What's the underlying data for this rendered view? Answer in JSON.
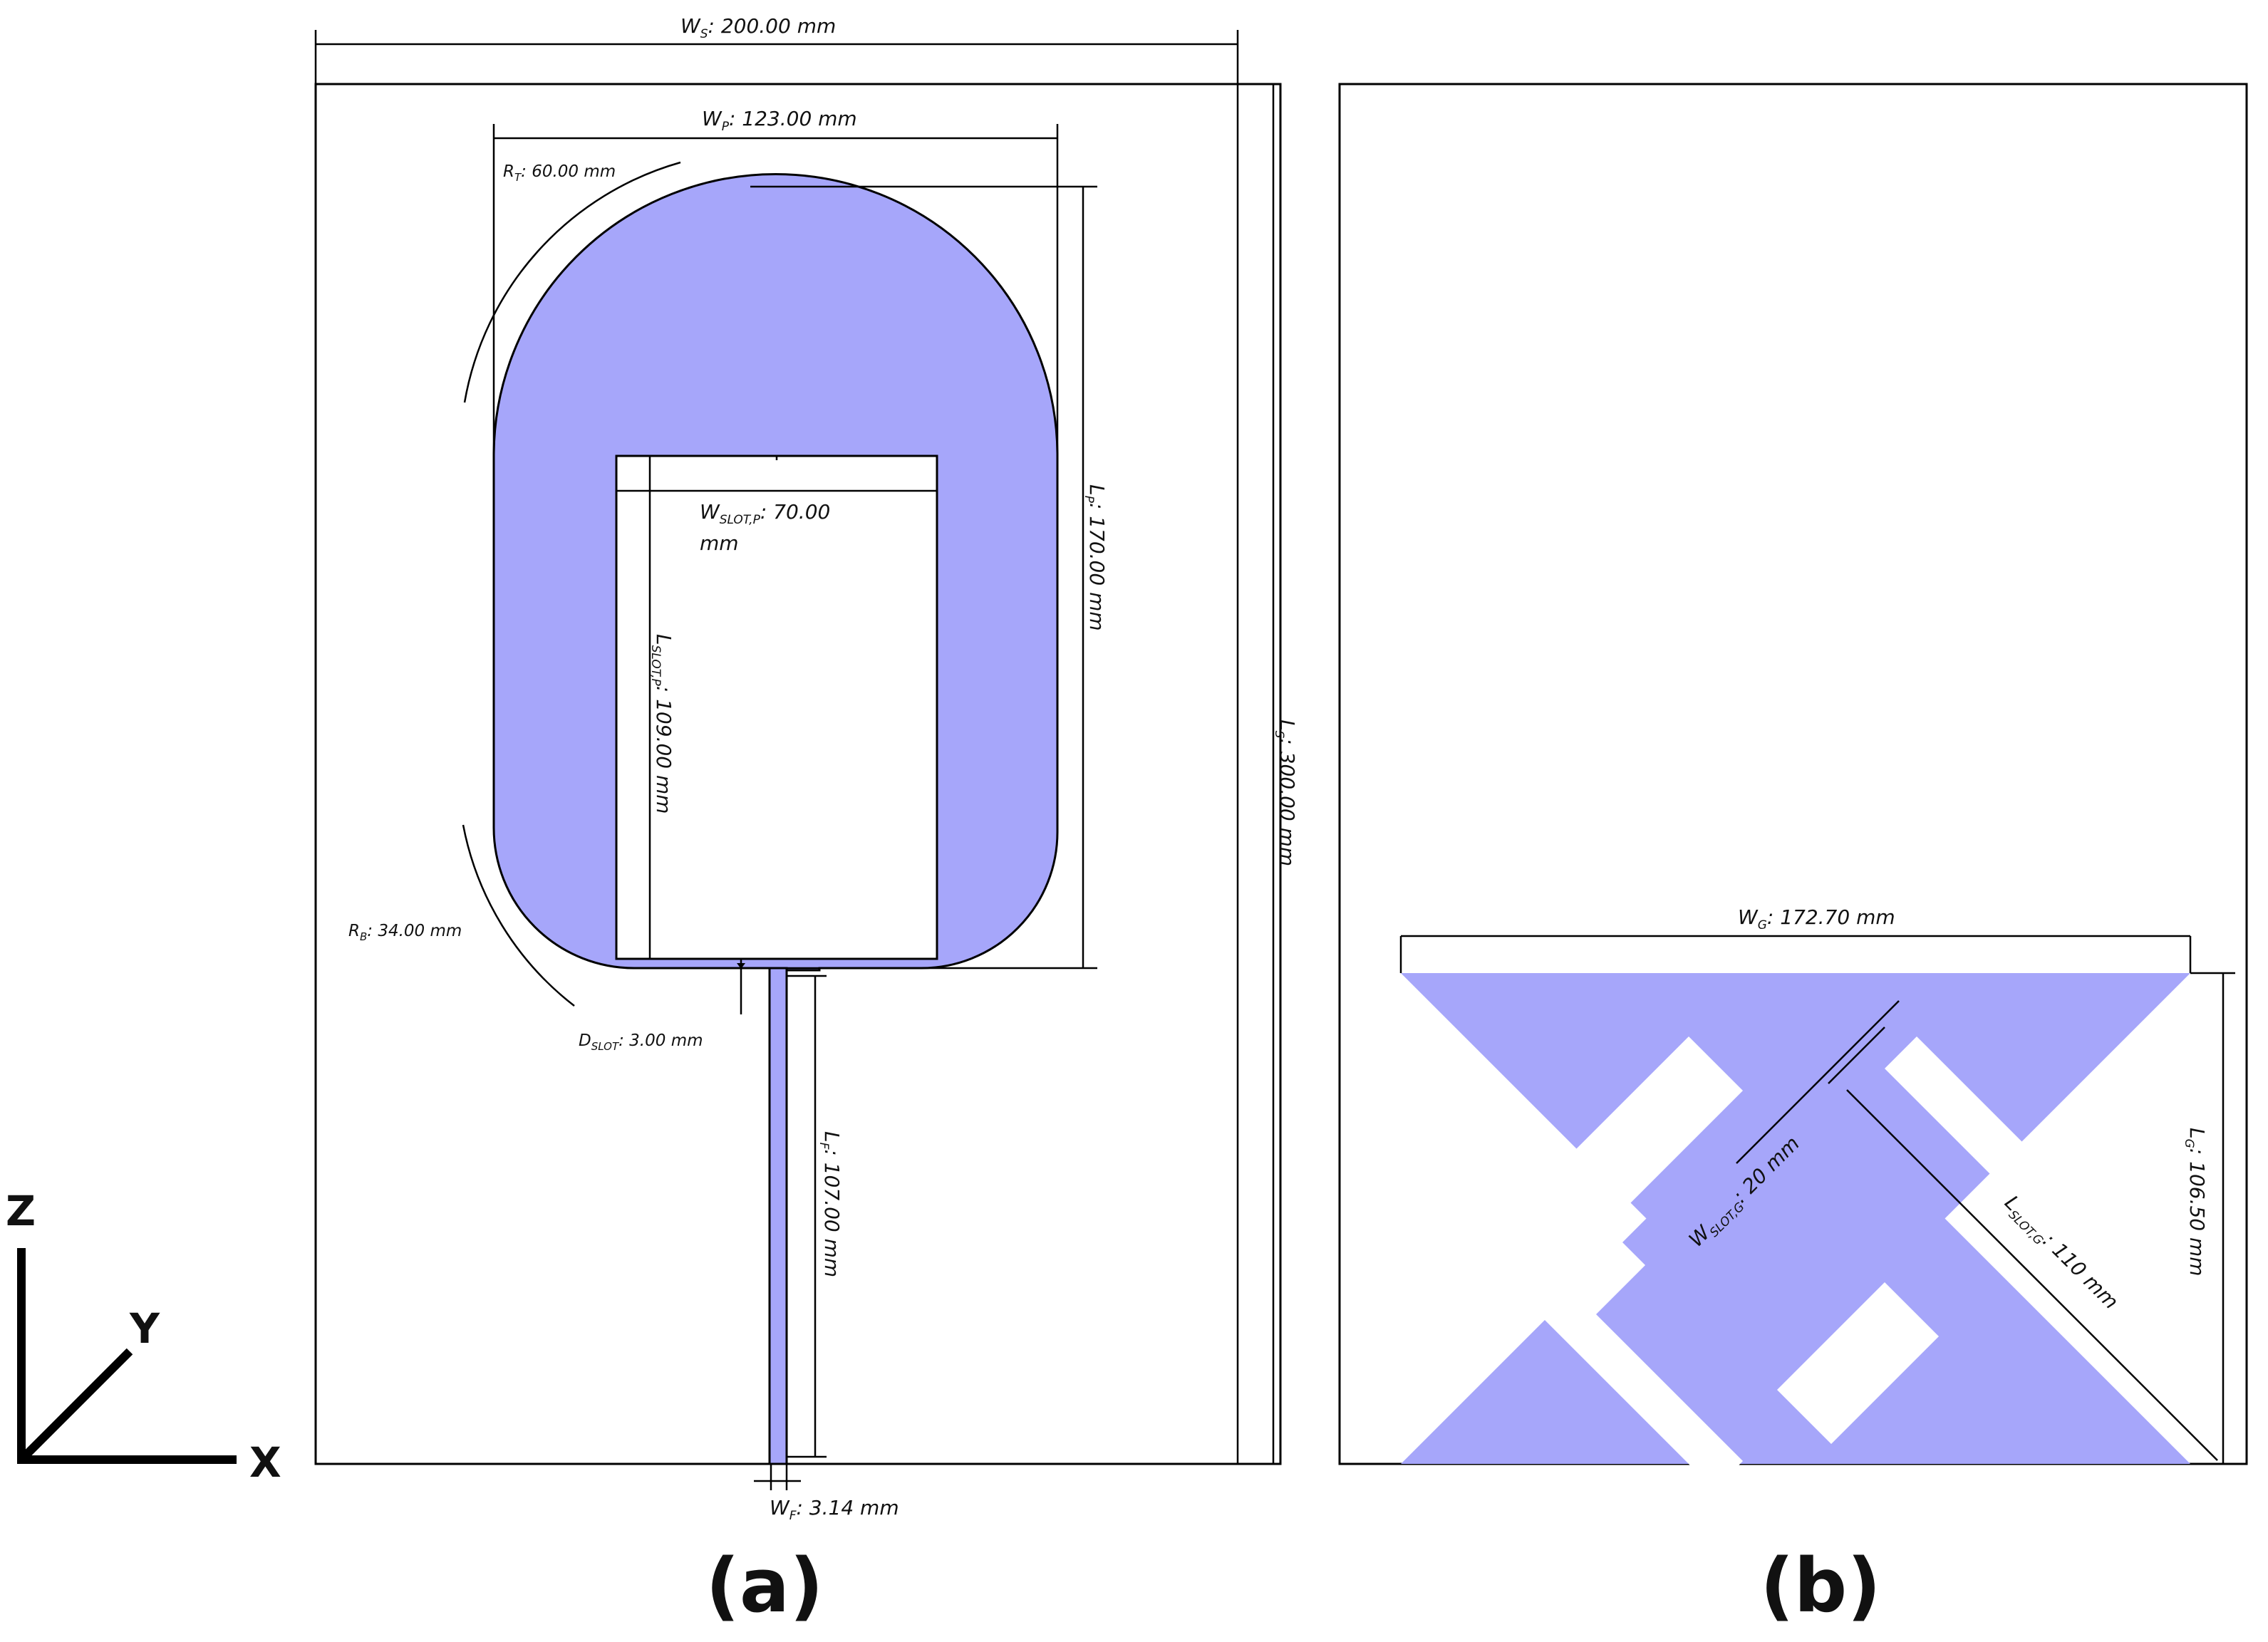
{
  "colors": {
    "metal": "#a6a6fa",
    "line": "#000000",
    "background": "#ffffff"
  },
  "panels": {
    "a": "(a)",
    "b": "(b)"
  },
  "axes": {
    "z": "Z",
    "y": "Y",
    "x": "X"
  },
  "dims": {
    "ws": {
      "sym": "W",
      "sub": "S",
      "val": ": 200.00 mm"
    },
    "wp": {
      "sym": "W",
      "sub": "P",
      "val": ": 123.00 mm"
    },
    "rt": {
      "sym": "R",
      "sub": "T",
      "val": ": 60.00 mm"
    },
    "wslotp": {
      "sym": "W",
      "sub": "SLOT,P",
      "val": ": 70.00",
      "val2": "mm"
    },
    "lslotp": {
      "sym": "L",
      "sub": "SLOT,P",
      "val": ": 109.00 mm"
    },
    "lp": {
      "sym": "L",
      "sub": "P",
      "val": ": 170.00 mm"
    },
    "ls": {
      "sym": "L",
      "sub": "S",
      "val": ": 300.00 mm"
    },
    "rb": {
      "sym": "R",
      "sub": "B",
      "val": ": 34.00 mm"
    },
    "dslot": {
      "sym": "D",
      "sub": "SLOT",
      "val": ": 3.00 mm"
    },
    "lf": {
      "sym": "L",
      "sub": "F",
      "val": ": 107.00 mm"
    },
    "wf": {
      "sym": "W",
      "sub": "F",
      "val": ": 3.14 mm"
    },
    "wg": {
      "sym": "W",
      "sub": "G",
      "val": ": 172.70 mm"
    },
    "lg": {
      "sym": "L",
      "sub": "G",
      "val": ": 106.50 mm"
    },
    "wslotg": {
      "sym": "W",
      "sub": "SLOT,G",
      "val": ": 20 mm"
    },
    "lslotg": {
      "sym": "L",
      "sub": "SLOT,G",
      "val": ": 110 mm"
    }
  }
}
